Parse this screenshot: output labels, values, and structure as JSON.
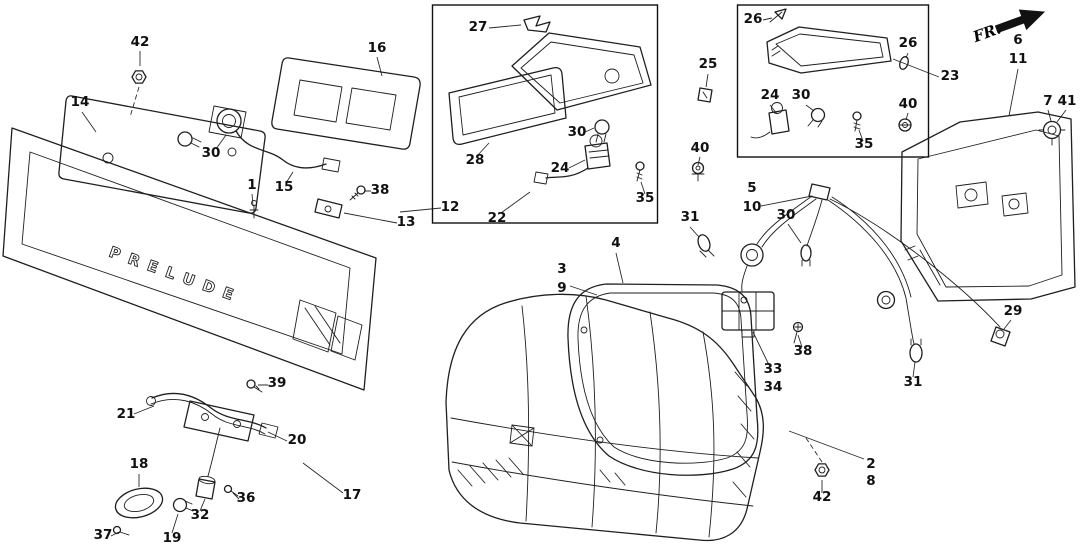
{
  "meta": {
    "background": "#ffffff",
    "ink": "#1a1a1a"
  },
  "branding": {
    "model_text": "PRELUDE",
    "direction_label": "FR."
  },
  "labels": {
    "n42_tl": "42",
    "n14": "14",
    "n16": "16",
    "n30_a": "30",
    "n1": "1",
    "n15": "15",
    "n38_a": "38",
    "n13": "13",
    "n12": "12",
    "n27": "27",
    "n28": "28",
    "n22": "22",
    "n30_b": "30",
    "n24_a": "24",
    "n35_a": "35",
    "n25": "25",
    "n40_a": "40",
    "n26_a": "26",
    "n26_b": "26",
    "n23": "23",
    "n24_b": "24",
    "n30_c": "30",
    "n35_b": "35",
    "n40_b": "40",
    "n6": "6",
    "n11": "11",
    "n7": "7",
    "n41": "41",
    "n5": "5",
    "n10": "10",
    "n31_a": "31",
    "n30_d": "30",
    "n29": "29",
    "n3": "3",
    "n9": "9",
    "n4": "4",
    "n33": "33",
    "n34": "34",
    "n38_b": "38",
    "n31_b": "31",
    "n2": "2",
    "n8": "8",
    "n42_br": "42",
    "n39": "39",
    "n21": "21",
    "n20": "20",
    "n18": "18",
    "n19": "19",
    "n32": "32",
    "n36": "36",
    "n37": "37",
    "n17": "17"
  }
}
